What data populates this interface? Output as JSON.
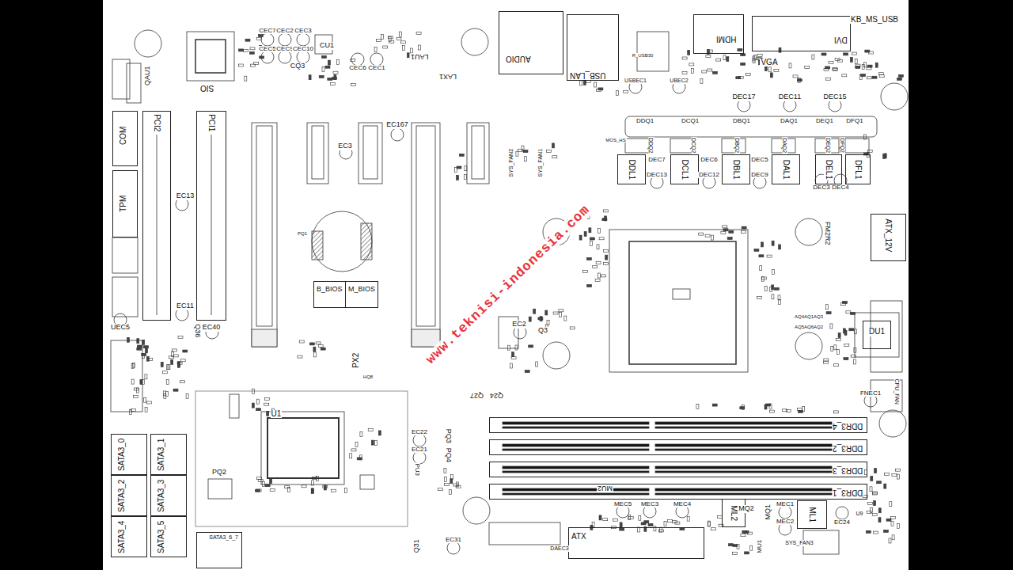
{
  "diagram": {
    "nodes": [
      {
        "text": [
          "AUDIO"
        ]
      },
      {
        "text": [
          "USB_LAN"
        ]
      },
      {
        "text": [
          "HDMI"
        ]
      },
      {
        "text": [
          "DVI"
        ]
      },
      {
        "text": [
          "COM"
        ]
      },
      {
        "text": [
          "PCI2"
        ]
      },
      {
        "text": [
          "PCI1"
        ]
      },
      {
        "text": [
          "DDL1"
        ]
      },
      {
        "text": [
          "DCL1"
        ]
      },
      {
        "text": [
          "DBL1"
        ]
      },
      {
        "text": [
          "DAL1"
        ]
      },
      {
        "text": [
          "DEL1"
        ]
      },
      {
        "text": [
          "DFL1"
        ]
      },
      {
        "text": [
          "TPM"
        ]
      },
      {
        "text": [
          "ATX_12V"
        ]
      },
      {
        "text": [
          "B_BIOS"
        ]
      },
      {
        "text": [
          "M_BIOS"
        ]
      },
      {
        "text": [
          "DU1"
        ]
      },
      {
        "text": [
          "DDR3_4"
        ]
      },
      {
        "text": [
          "DDR3_2"
        ]
      },
      {
        "text": [
          "DDR3_3"
        ]
      },
      {
        "text": [
          "DDR3_1"
        ]
      },
      {
        "text": [
          "SATA3_0"
        ]
      },
      {
        "text": [
          "SATA3_1"
        ]
      },
      {
        "text": [
          "SATA3_2"
        ]
      },
      {
        "text": [
          "SATA3_3"
        ]
      },
      {
        "text": [
          "SATA3_4"
        ]
      },
      {
        "text": [
          "SATA3_5"
        ]
      },
      {
        "text": [
          "ML2"
        ]
      },
      {
        "text": [
          "ML1"
        ]
      },
      {
        "text": [
          "ATX"
        ]
      },
      {
        "text": [
          "SATA3_6_7"
        ]
      }
    ],
    "labels": [
      "QAU1",
      "SIO",
      "CEC7",
      "CEC2",
      "CEC3",
      "CEC5",
      "CEC9",
      "CEC10",
      "CU1",
      "CQ3",
      "CEC6",
      "CEC1",
      "LAU1",
      "LAX1",
      "R_USB30",
      "USBEC1",
      "UBEC2",
      "VGA",
      "KB_MS_USB",
      "DEC17",
      "DEC11",
      "DEC15",
      "DDQ1",
      "DCQ1",
      "DBQ1",
      "DAQ1",
      "DEQ1",
      "DFQ1",
      "MOS_HS",
      "DDQ2",
      "DCQ2",
      "DBQ2",
      "DAQ2",
      "DEQ2",
      "DFQ2",
      "DEC7",
      "DEC6",
      "DEC5",
      "DEC13",
      "DEC12",
      "DEC9",
      "DEC3",
      "DEC4",
      "EC167",
      "EC3",
      "EC13",
      "EC11",
      "UEC5",
      "Q36",
      "EC40",
      "SYS_FAN2",
      "SYS_FAN1",
      "FM2R2",
      "PQ1",
      "EC2",
      "Q3",
      "AQ4AQ1AQ3",
      "AQ5AQ6AQ2",
      "CPU_FAN",
      "FNEC1",
      "PX2",
      "HQ8",
      "Q27",
      "Q24",
      "U1",
      "PQ2",
      "EC22",
      "PQ3",
      "EC21",
      "PQ4",
      "PU3",
      "MU2",
      "MEC5",
      "MEC3",
      "MEC4",
      "MQ2",
      "MQ1",
      "MEC1",
      "MEC2",
      "EC24",
      "U9",
      "Q31",
      "EC31",
      "DAEC3",
      "MU1",
      "SYS_FAN3",
      "www.teknisi-indonesia.com"
    ]
  }
}
